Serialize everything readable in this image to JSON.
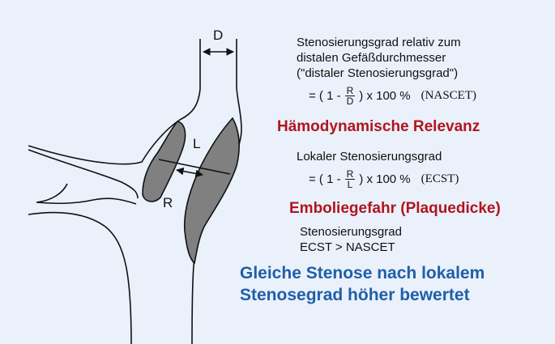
{
  "diagram": {
    "label_d": "D",
    "label_l": "L",
    "label_r": "R"
  },
  "text": {
    "nascet_desc": [
      "Stenosierungsgrad relativ zum",
      "distalen Gefäßdurchmesser",
      "(\"distaler Stenosierungsgrad\")"
    ],
    "nascet_formula": {
      "prefix": "= ( 1 -",
      "numerator": "R",
      "denominator": "D",
      "suffix": ") x 100 %",
      "tag": "(NASCET)"
    },
    "nascet_relevance": "Hämodynamische Relevanz",
    "ecst_desc": "Lokaler Stenosierungsgrad",
    "ecst_formula": {
      "prefix": "= ( 1 -",
      "numerator": "R",
      "denominator": "L",
      "suffix": ") x 100 %",
      "tag": "(ECST)"
    },
    "ecst_relevance": "Emboliegefahr (Plaquedicke)",
    "comparison": [
      "Stenosierungsgrad",
      "ECST > NASCET"
    ],
    "conclusion": [
      "Gleiche Stenose nach lokalem",
      "Stenosegrad höher bewertet"
    ]
  },
  "colors": {
    "background": "#eaf1fb",
    "plaque": "#808080",
    "outline": "#111111",
    "red_text": "#b0151e",
    "blue_text": "#1f5fa8"
  }
}
